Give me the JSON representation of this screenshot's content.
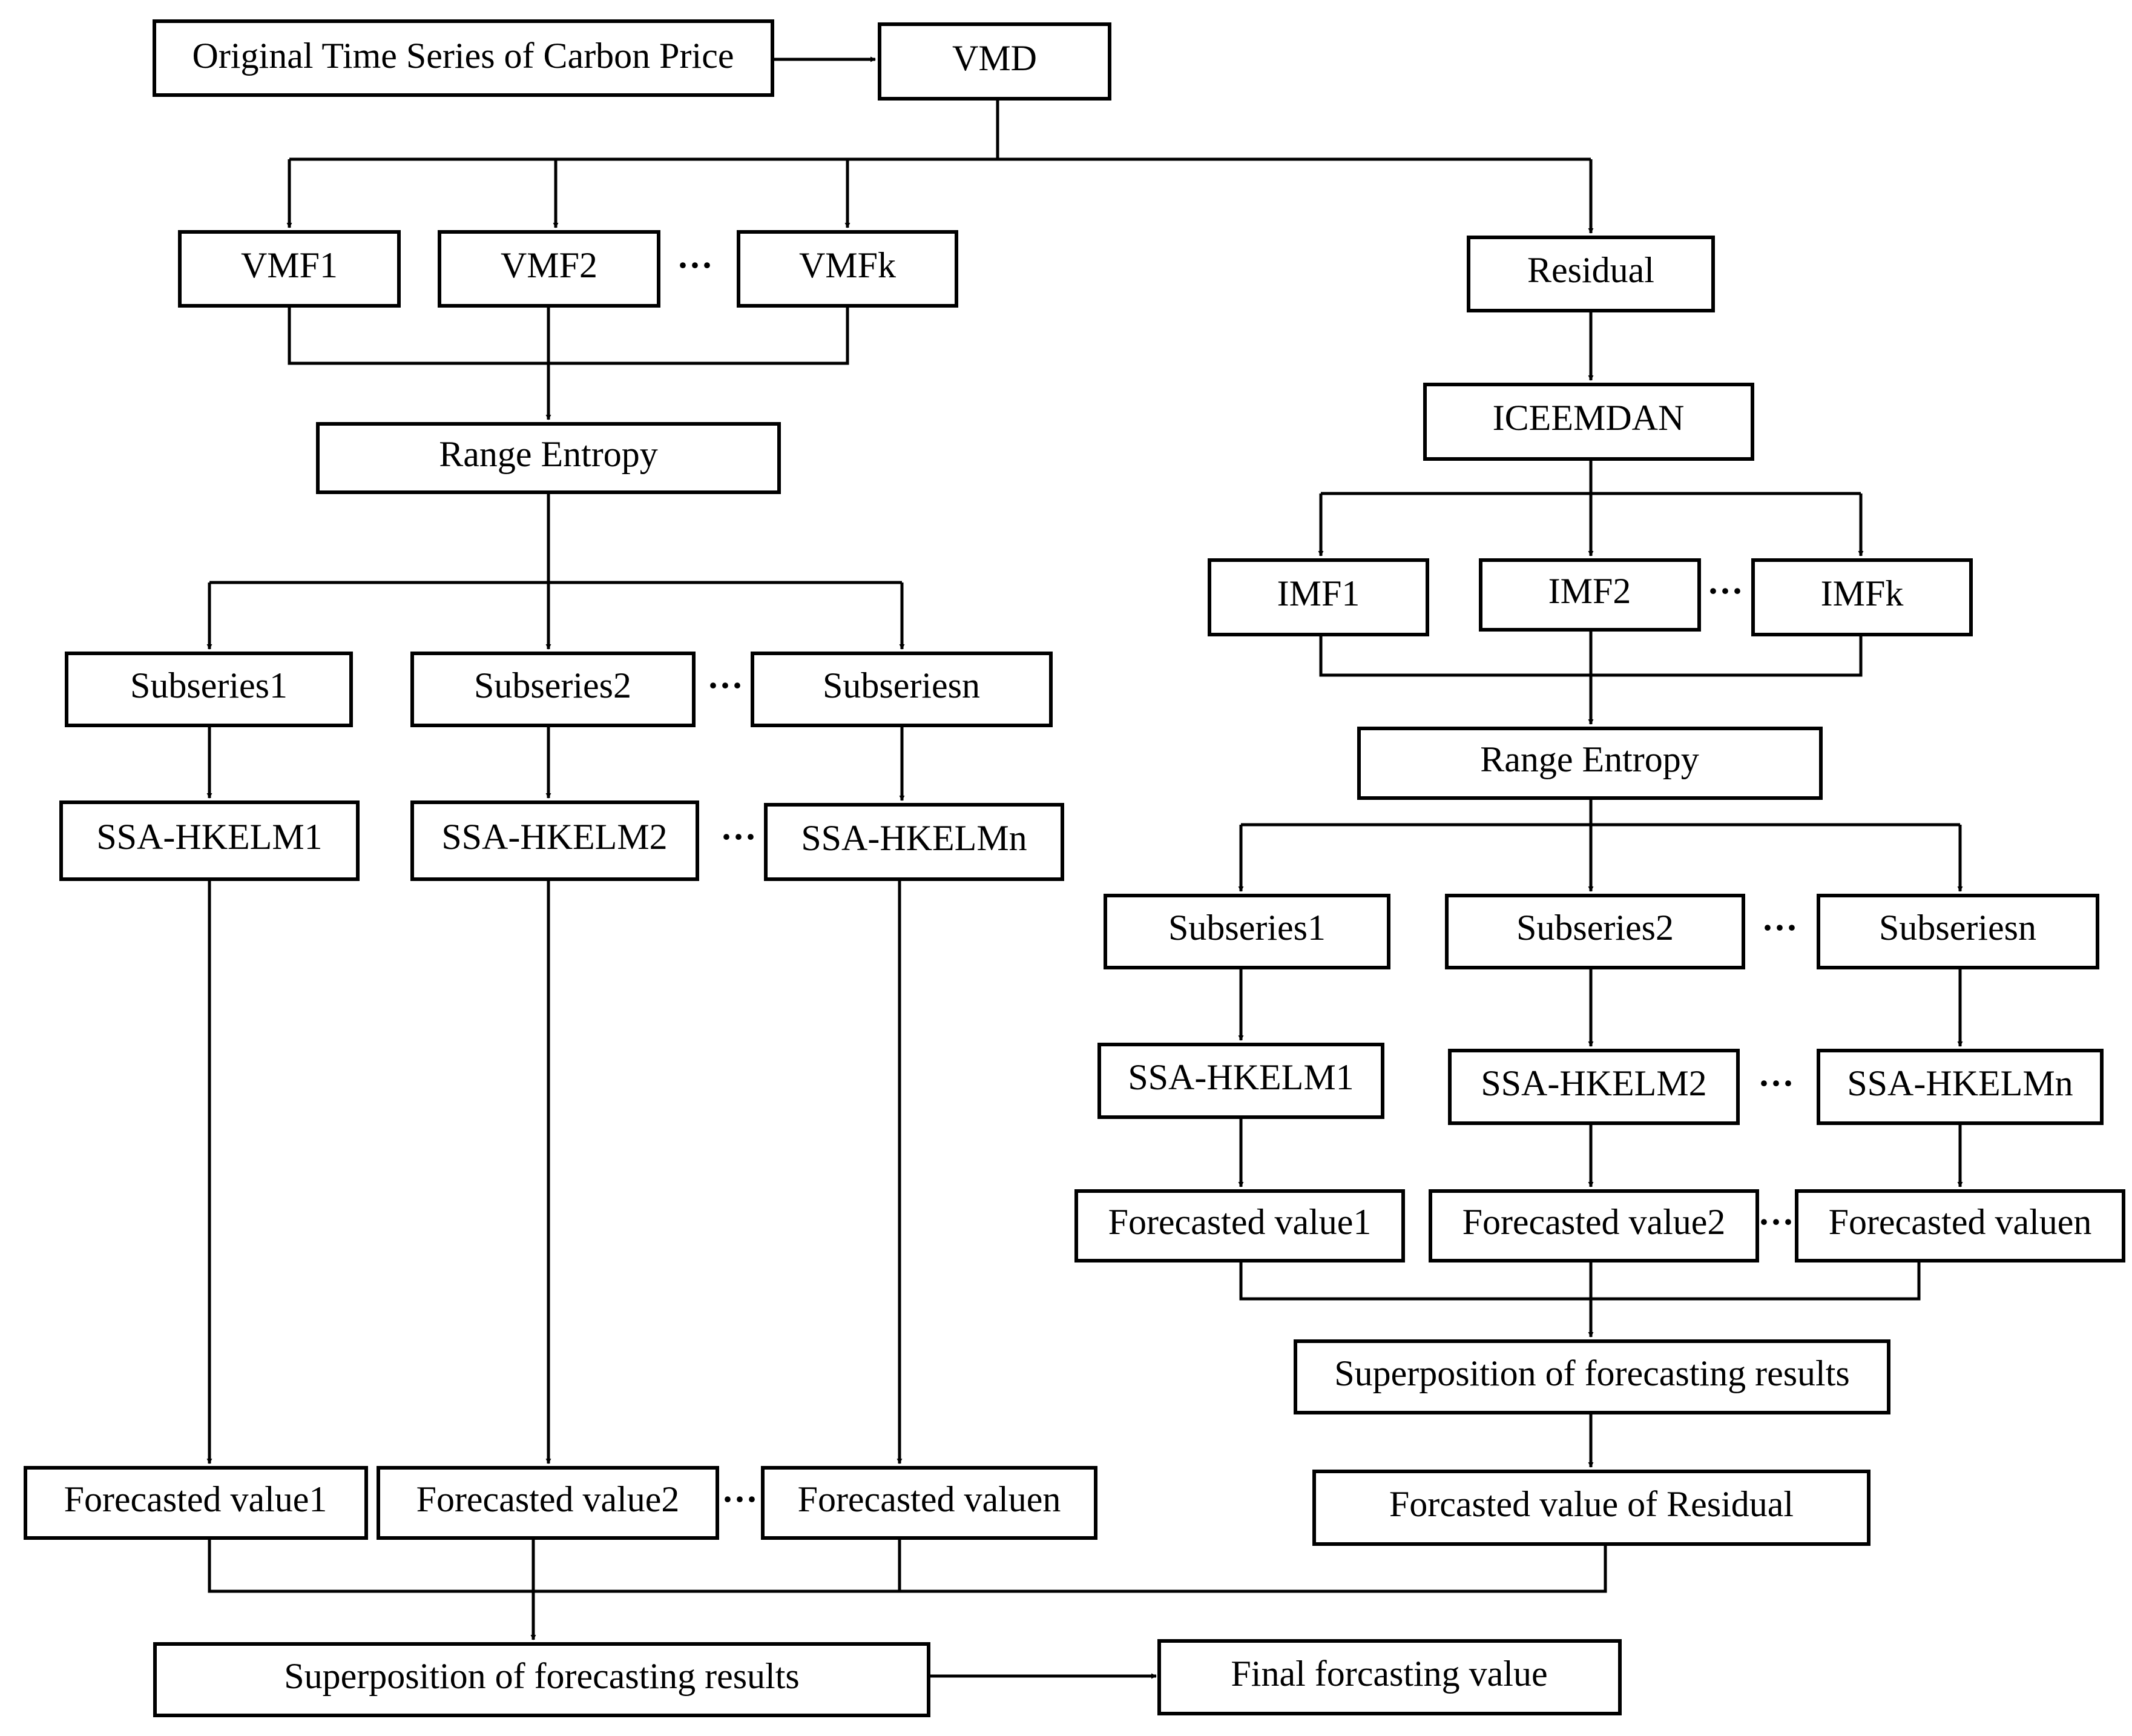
{
  "nodes": {
    "original": "Original Time Series of Carbon Price",
    "vmd": "VMD",
    "vmf1": "VMF1",
    "vmf2": "VMF2",
    "vmfk": "VMFk",
    "residual": "Residual",
    "iceemdan": "ICEEMDAN",
    "range_entropy_left": "Range Entropy",
    "imf1": "IMF1",
    "imf2": "IMF2",
    "imfk": "IMFk",
    "range_entropy_right": "Range Entropy",
    "left_sub1": "Subseries1",
    "left_sub2": "Subseries2",
    "left_subn": "Subseriesn",
    "left_ssa1": "SSA-HKELM1",
    "left_ssa2": "SSA-HKELM2",
    "left_ssan": "SSA-HKELMn",
    "right_sub1": "Subseries1",
    "right_sub2": "Subseries2",
    "right_subn": "Subseriesn",
    "right_ssa1": "SSA-HKELM1",
    "right_ssa2": "SSA-HKELM2",
    "right_ssan": "SSA-HKELMn",
    "right_fv1": "Forecasted value1",
    "right_fv2": "Forecasted value2",
    "right_fvn": "Forecasted valuen",
    "right_superposition": "Superposition of forecasting results",
    "residual_forecast": "Forcasted value of Residual",
    "left_fv1": "Forecasted value1",
    "left_fv2": "Forecasted value2",
    "left_fvn": "Forecasted valuen",
    "final_superposition": "Superposition of forecasting results",
    "final_value": "Final forcasting value"
  },
  "ellipsis": "···"
}
